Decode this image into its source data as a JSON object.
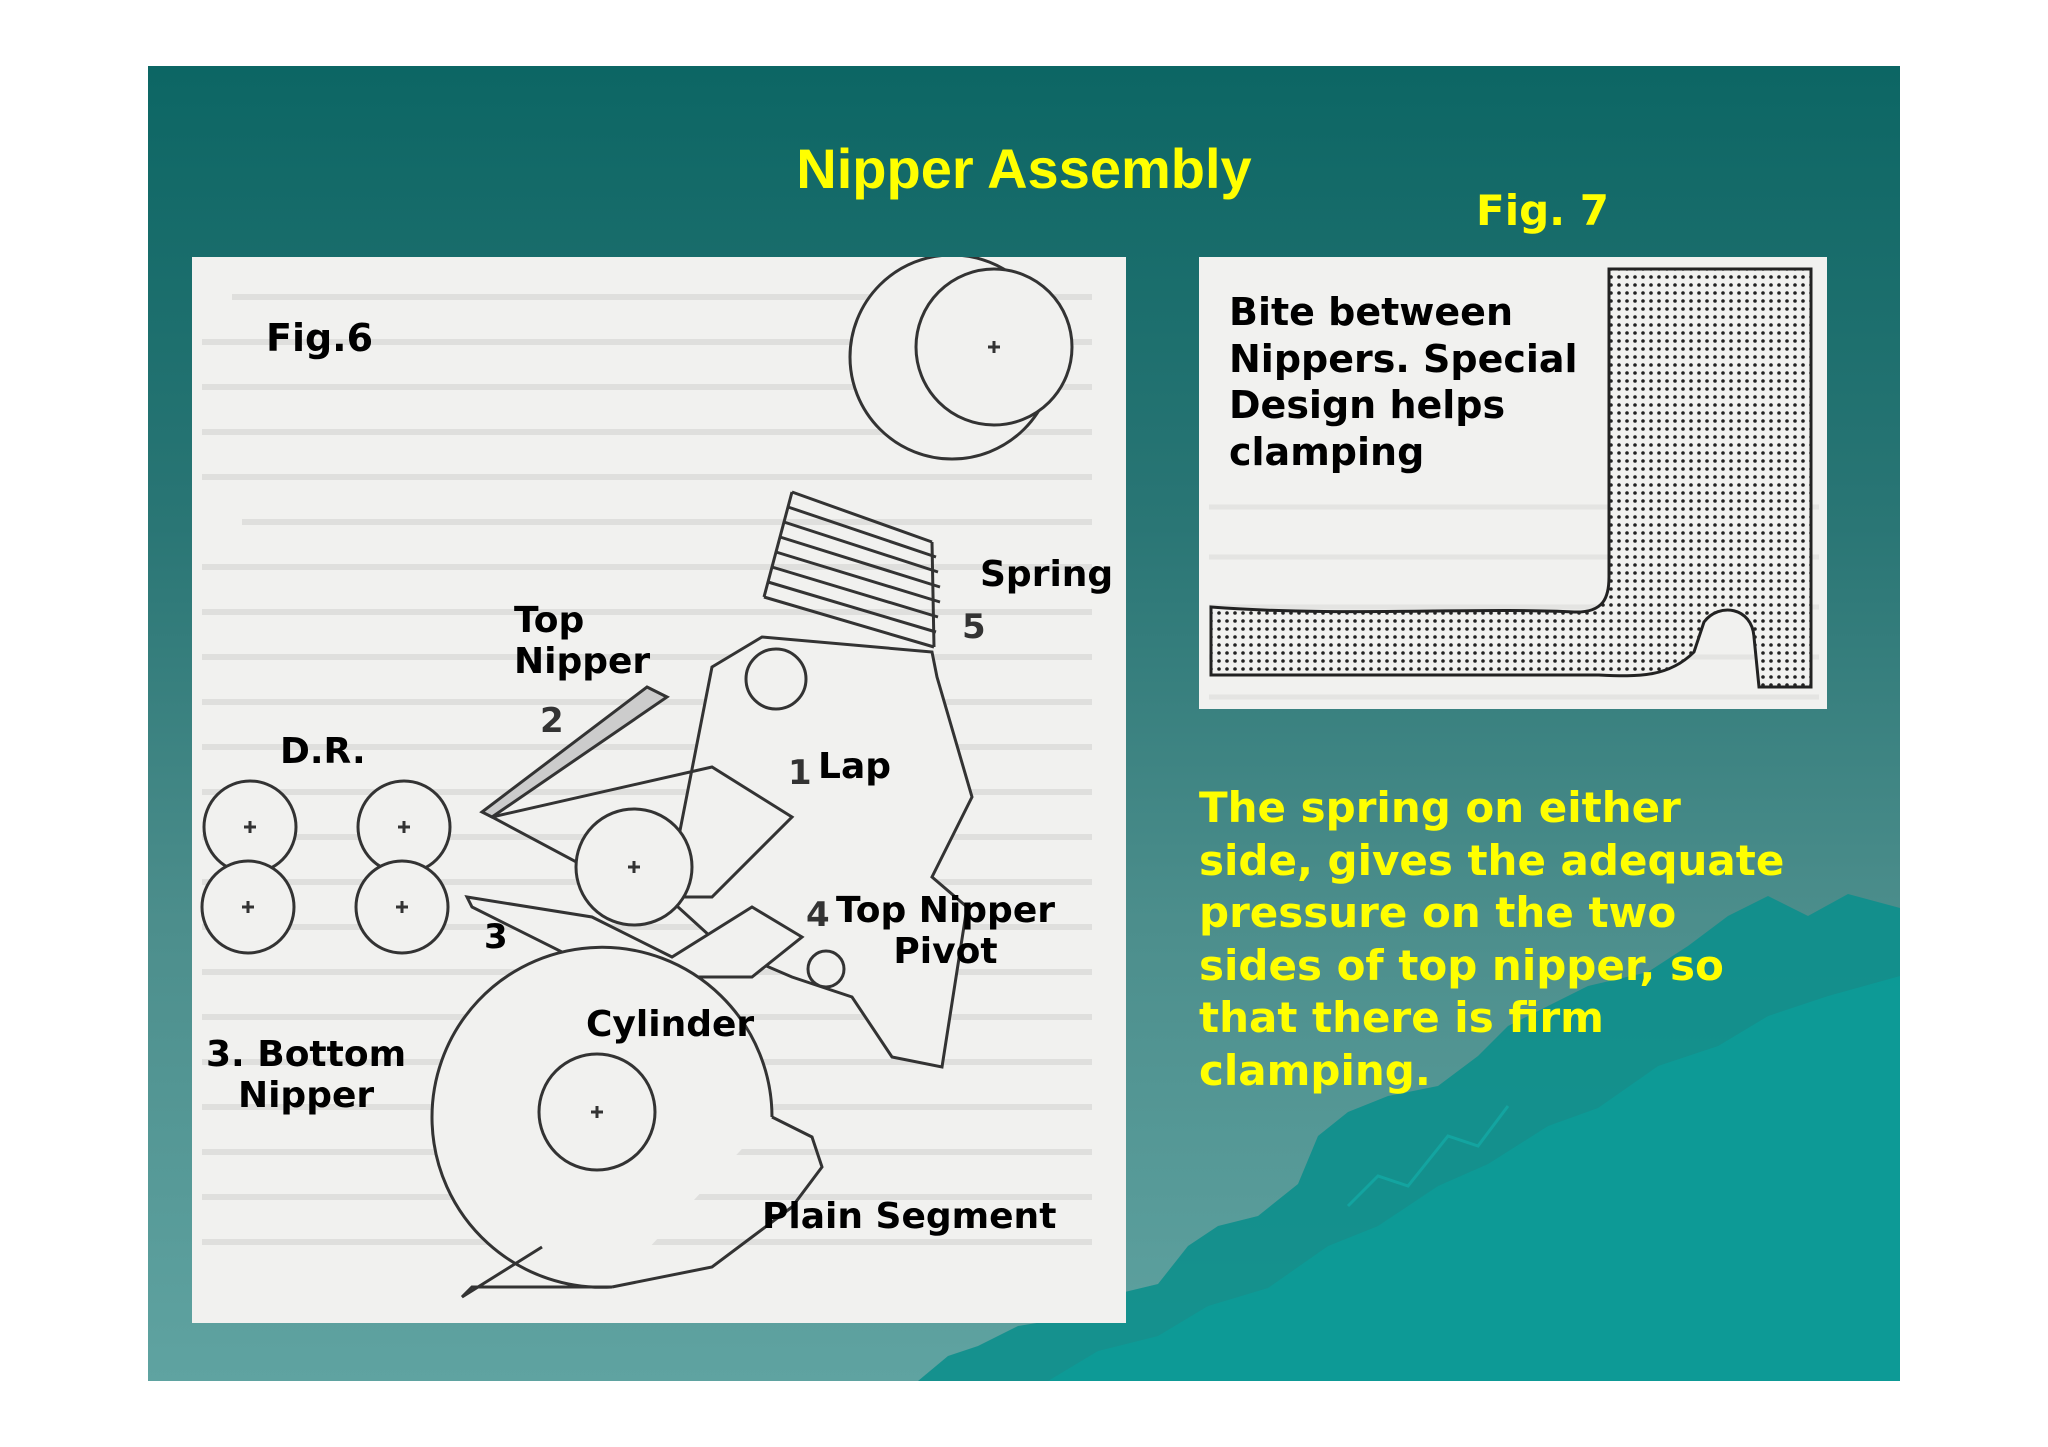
{
  "slide": {
    "title": "Nipper Assembly",
    "fig7_caption": "Fig. 7",
    "description": "The spring on either\nside, gives the adequate\npressure on the two\nsides of top nipper, so\nthat there is firm\nclamping.",
    "colors": {
      "background": "#0c6664",
      "title": "#ffff00",
      "panel": "#f1f1ef"
    }
  },
  "fig6": {
    "caption": "Fig.6",
    "labels": {
      "spring": "Spring",
      "top_nipper": "Top\nNipper",
      "dr": "D.R.",
      "lap": "Lap",
      "top_nipper_pivot": "Top Nipper\nPivot",
      "cylinder": "Cylinder",
      "bottom_nipper": "3. Bottom\nNipper",
      "plain_segment": "Plain Segment"
    },
    "numbers": {
      "n1": "1",
      "n2": "2",
      "n3": "3",
      "n4": "4",
      "n5": "5"
    }
  },
  "fig7": {
    "text": "Bite between\nNippers. Special\nDesign helps\nclamping"
  }
}
